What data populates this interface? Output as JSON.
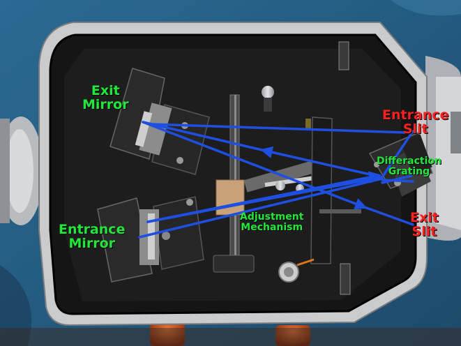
{
  "labels": {
    "exit_mirror": [
      "Exit",
      "Mirror"
    ],
    "entrance_mirror": [
      "Entrance",
      "Mirror"
    ],
    "entrance_slit": [
      "Entrance",
      "Slit"
    ],
    "grating": [
      "Differaction",
      "Grating"
    ],
    "exit_slit": [
      "Exit",
      "Slit"
    ],
    "adjustment": [
      "Adjustment",
      "Mechanism"
    ]
  },
  "colors": {
    "label_green": "#22e63a",
    "label_red": "#ff2020",
    "beam_blue": "#1f4fe0"
  }
}
